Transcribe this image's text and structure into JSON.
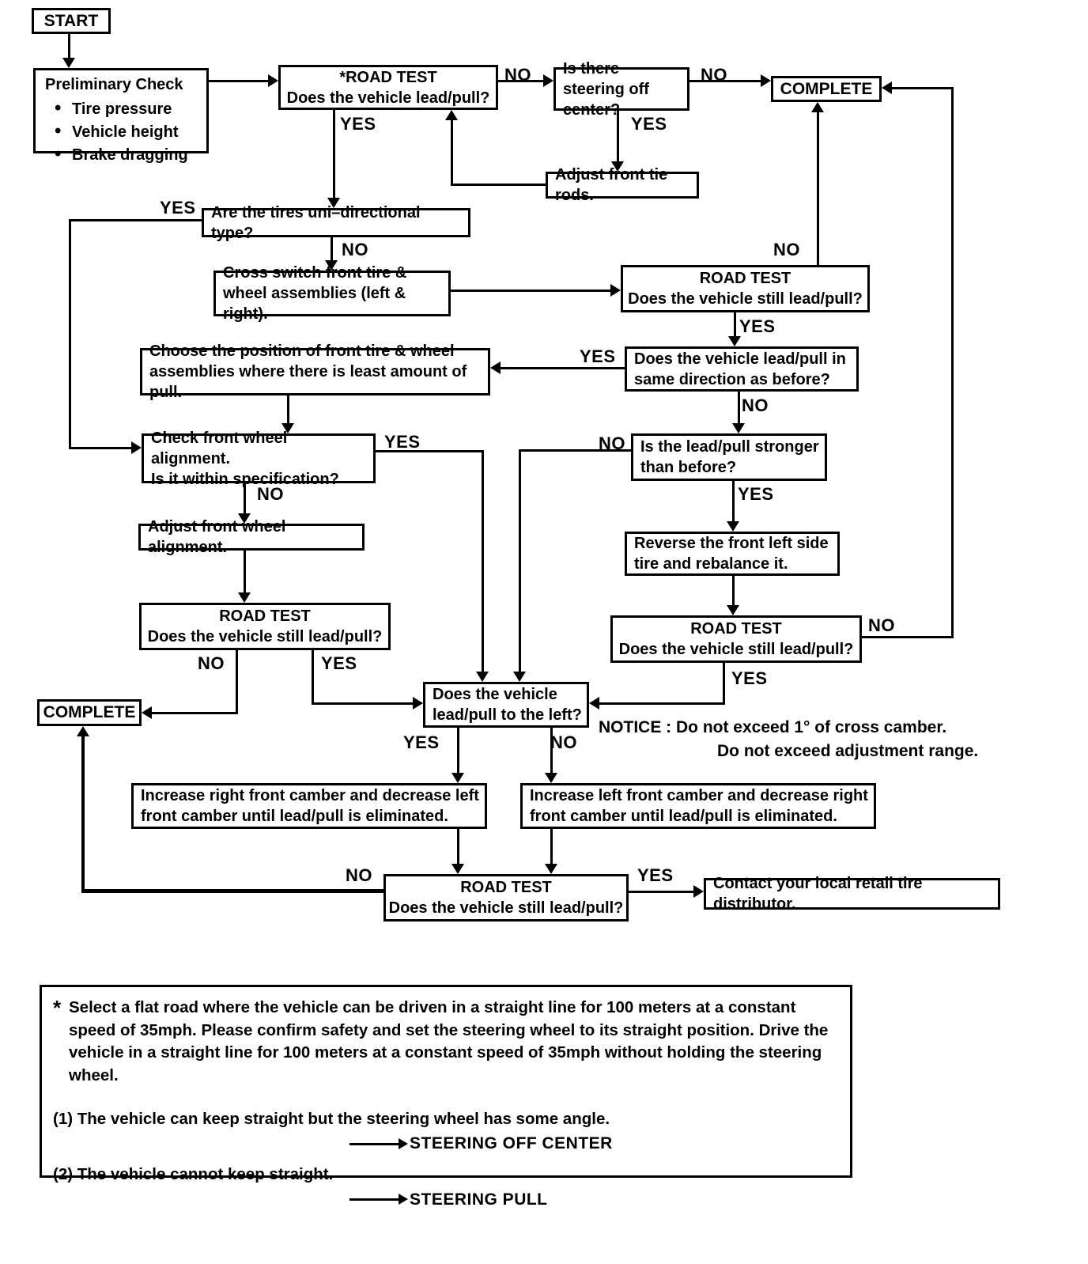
{
  "colors": {
    "ink": "#000000",
    "paper": "#ffffff"
  },
  "labels": {
    "yes": "YES",
    "no": "NO"
  },
  "nodes": {
    "start": "START",
    "preliminary": {
      "title": "Preliminary Check",
      "bullets": [
        "Tire pressure",
        "Vehicle height",
        "Brake dragging"
      ]
    },
    "road_test_1": {
      "l1": "*ROAD TEST",
      "l2": "Does the vehicle lead/pull?"
    },
    "steering_off": "Is there steering off center?",
    "complete": "COMPLETE",
    "adjust_tie_rods": "Adjust front tie rods.",
    "uni_directional": "Are the tires uni–directional type?",
    "cross_switch": "Cross switch front tire & wheel assemblies (left & right).",
    "road_test_still": {
      "l1": "ROAD TEST",
      "l2": "Does the vehicle still lead/pull?"
    },
    "choose_position": "Choose the position of front tire & wheel assemblies where there is least amount of pull.",
    "same_direction": "Does the vehicle lead/pull in same direction as before?",
    "check_alignment": {
      "l1": "Check front wheel alignment.",
      "l2": "Is it within specification?"
    },
    "stronger": "Is the lead/pull stronger than before?",
    "adjust_alignment": "Adjust front wheel alignment.",
    "reverse_tire": "Reverse the front left side tire and rebalance it.",
    "lead_pull_left": "Does the vehicle lead/pull to the left?",
    "increase_right": "Increase right front camber and decrease left front camber until lead/pull is eliminated.",
    "increase_left": "Increase left front camber and decrease right front camber until lead/pull is eliminated.",
    "contact": "Contact your local retail tire distributor."
  },
  "notice": {
    "line1": "NOTICE  :  Do not exceed 1° of cross camber.",
    "line2": "Do not exceed adjustment range."
  },
  "footnote": {
    "star": "*",
    "note": "Select a flat road where the vehicle can be driven in a straight line for 100 meters at a constant speed of 35mph. Please confirm safety and set the steering wheel to its straight position. Drive the vehicle in a straight line for 100 meters at a constant speed of 35mph without holding the steering wheel.",
    "item1": "(1) The vehicle can keep straight but the steering wheel has some angle.",
    "item1_result": "STEERING OFF CENTER",
    "item2": "(2) The vehicle cannot keep straight.",
    "item2_result": "STEERING PULL"
  }
}
